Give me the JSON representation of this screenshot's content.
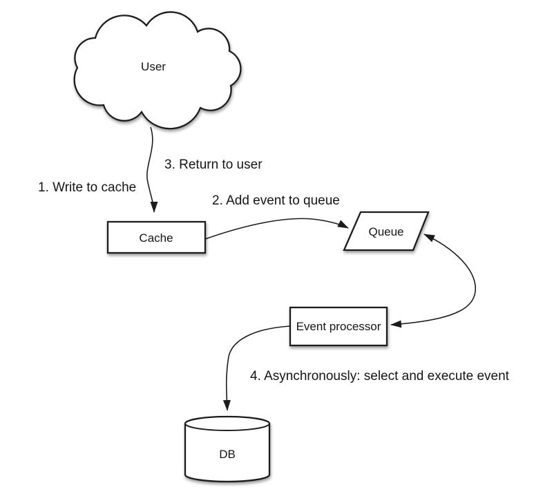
{
  "diagram": {
    "type": "flow-diagram",
    "background_color": "#ffffff",
    "stroke_color": "#1c1c1c",
    "text_color": "#141414",
    "nodes": {
      "user": {
        "label": "User",
        "shape": "cloud"
      },
      "cache": {
        "label": "Cache",
        "shape": "rectangle"
      },
      "queue": {
        "label": "Queue",
        "shape": "parallelogram"
      },
      "event_processor": {
        "label": "Event processor",
        "shape": "rectangle"
      },
      "db": {
        "label": "DB",
        "shape": "cylinder"
      }
    },
    "edge_labels": {
      "step1": "1. Write to cache",
      "step2": "2. Add event to queue",
      "step3": "3. Return to user",
      "step4": "4. Asynchronously: select and execute event"
    },
    "edges": [
      {
        "from": "user",
        "to": "cache",
        "direction": "one-way",
        "labels": [
          "1. Write to cache",
          "3. Return to user"
        ]
      },
      {
        "from": "cache",
        "to": "queue",
        "direction": "one-way",
        "labels": [
          "2. Add event to queue"
        ]
      },
      {
        "from": "queue",
        "to": "event_processor",
        "direction": "two-way",
        "labels": []
      },
      {
        "from": "event_processor",
        "to": "db",
        "direction": "one-way",
        "labels": [
          "4. Asynchronously: select and execute event"
        ]
      }
    ]
  }
}
